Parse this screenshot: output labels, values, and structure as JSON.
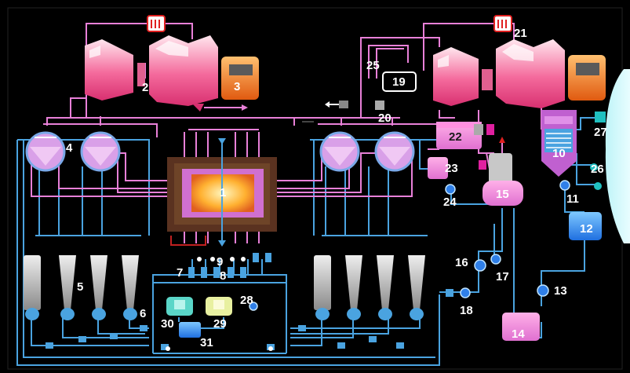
{
  "labels": {
    "n1": "1",
    "n2": "2",
    "n3": "3",
    "n4": "4",
    "n5": "5",
    "n6": "6",
    "n7": "7",
    "n8": "8",
    "n9": "9",
    "n10": "10",
    "n11": "11",
    "n12": "12",
    "n13": "13",
    "n14": "14",
    "n15": "15",
    "n16": "16",
    "n17": "17",
    "n18": "18",
    "n19": "19",
    "n20": "20",
    "n21": "21",
    "n22": "22",
    "n23": "23",
    "n24": "24",
    "n25": "25",
    "n26": "26",
    "n27": "27",
    "n28": "28",
    "n29": "29",
    "n30": "30",
    "n31": "31"
  },
  "colors": {
    "background": "#000000",
    "water_pipe": "#4aa3e0",
    "steam_pipe": "#e880d8",
    "turbine": "#f06a9a",
    "generator": "#f08020",
    "reactor_shield": "#5a3220",
    "reactor_core": "#ffb040",
    "condenser_sea": "#9fe8f0",
    "tank_blue": "#2f7fe8",
    "pump_cyan": "#20c0c0"
  },
  "icons": {
    "reactor": "reactor-core-icon",
    "separator": "drum-separator-icon",
    "turbine": "turbine-icon",
    "generator": "generator-icon",
    "pump": "pump-icon",
    "valve": "valve-icon"
  }
}
